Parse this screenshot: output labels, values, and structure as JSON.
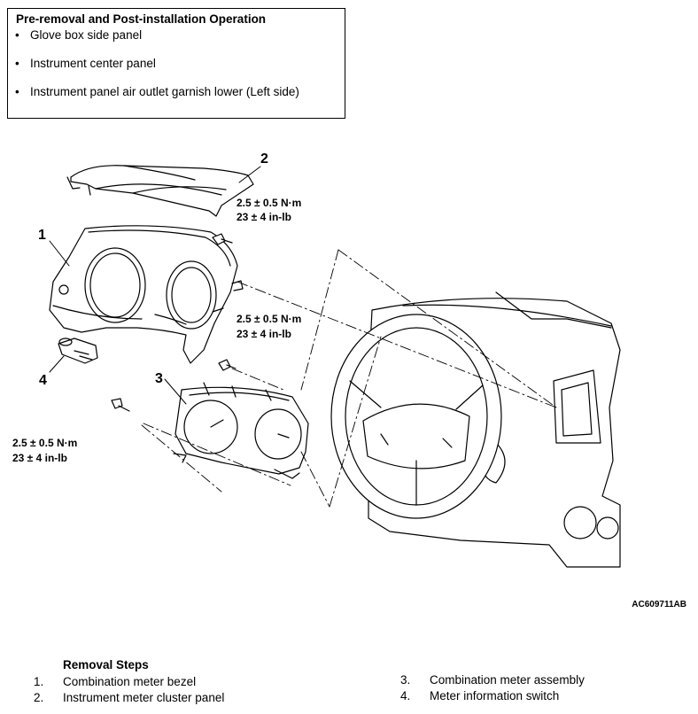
{
  "pre_operation": {
    "title": "Pre-removal and Post-installation Operation",
    "bullet": "•",
    "items": [
      "Glove box side panel",
      "Instrument center panel",
      "Instrument panel air outlet garnish lower (Left side)"
    ]
  },
  "diagram": {
    "callouts": [
      "1",
      "2",
      "3",
      "4"
    ],
    "torque_specs": [
      {
        "nm": "2.5 ± 0.5 N·m",
        "inlb": "23 ± 4 in-lb"
      },
      {
        "nm": "2.5 ± 0.5 N·m",
        "inlb": "23 ± 4 in-lb"
      },
      {
        "nm": "2.5 ± 0.5 N·m",
        "inlb": "23 ± 4 in-lb"
      }
    ],
    "figure_id": "AC609711AB"
  },
  "removal_steps": {
    "title": "Removal Steps",
    "steps": [
      {
        "num": "1.",
        "label": "Combination meter bezel"
      },
      {
        "num": "2.",
        "label": "Instrument meter cluster panel"
      },
      {
        "num": "3.",
        "label": "Combination meter assembly"
      },
      {
        "num": "4.",
        "label": "Meter information switch"
      }
    ]
  }
}
